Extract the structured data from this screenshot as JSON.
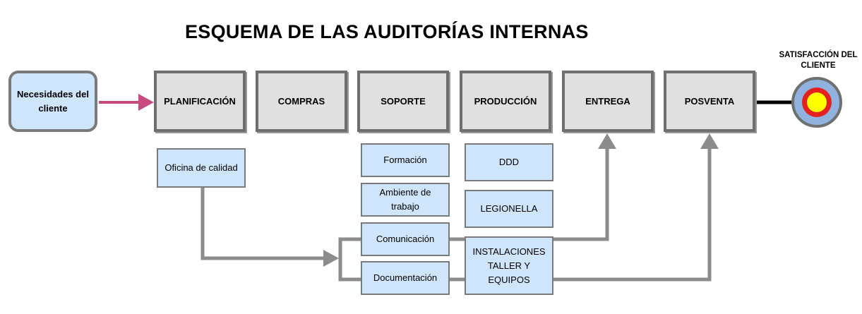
{
  "title": "ESQUEMA DE LAS AUDITORÍAS INTERNAS",
  "client_needs": "Necesidades del cliente",
  "stages": [
    "PLANIFICACIÓN",
    "COMPRAS",
    "SOPORTE",
    "PRODUCCIÓN",
    "ENTREGA",
    "POSVENTA"
  ],
  "quality_office": "Oficina de calidad",
  "support_items": [
    "Formación",
    "Ambiente de trabajo",
    "Comunicación",
    "Documentación"
  ],
  "production_items": [
    "DDD",
    "LEGIONELLA",
    "INSTALACIONES TALLER Y EQUIPOS"
  ],
  "satisfaction": "SATISFACCIÓN DEL CLIENTE",
  "colors": {
    "box_fill": "#cfe5fb",
    "stage_fill": "#e0e0e0",
    "border": "#6f6f6f",
    "connector": "#8c8c8c",
    "client_arrow": "#c74a80",
    "target_outer": "#8fb3de",
    "target_red": "#e42020",
    "target_yellow": "#ffff00"
  }
}
